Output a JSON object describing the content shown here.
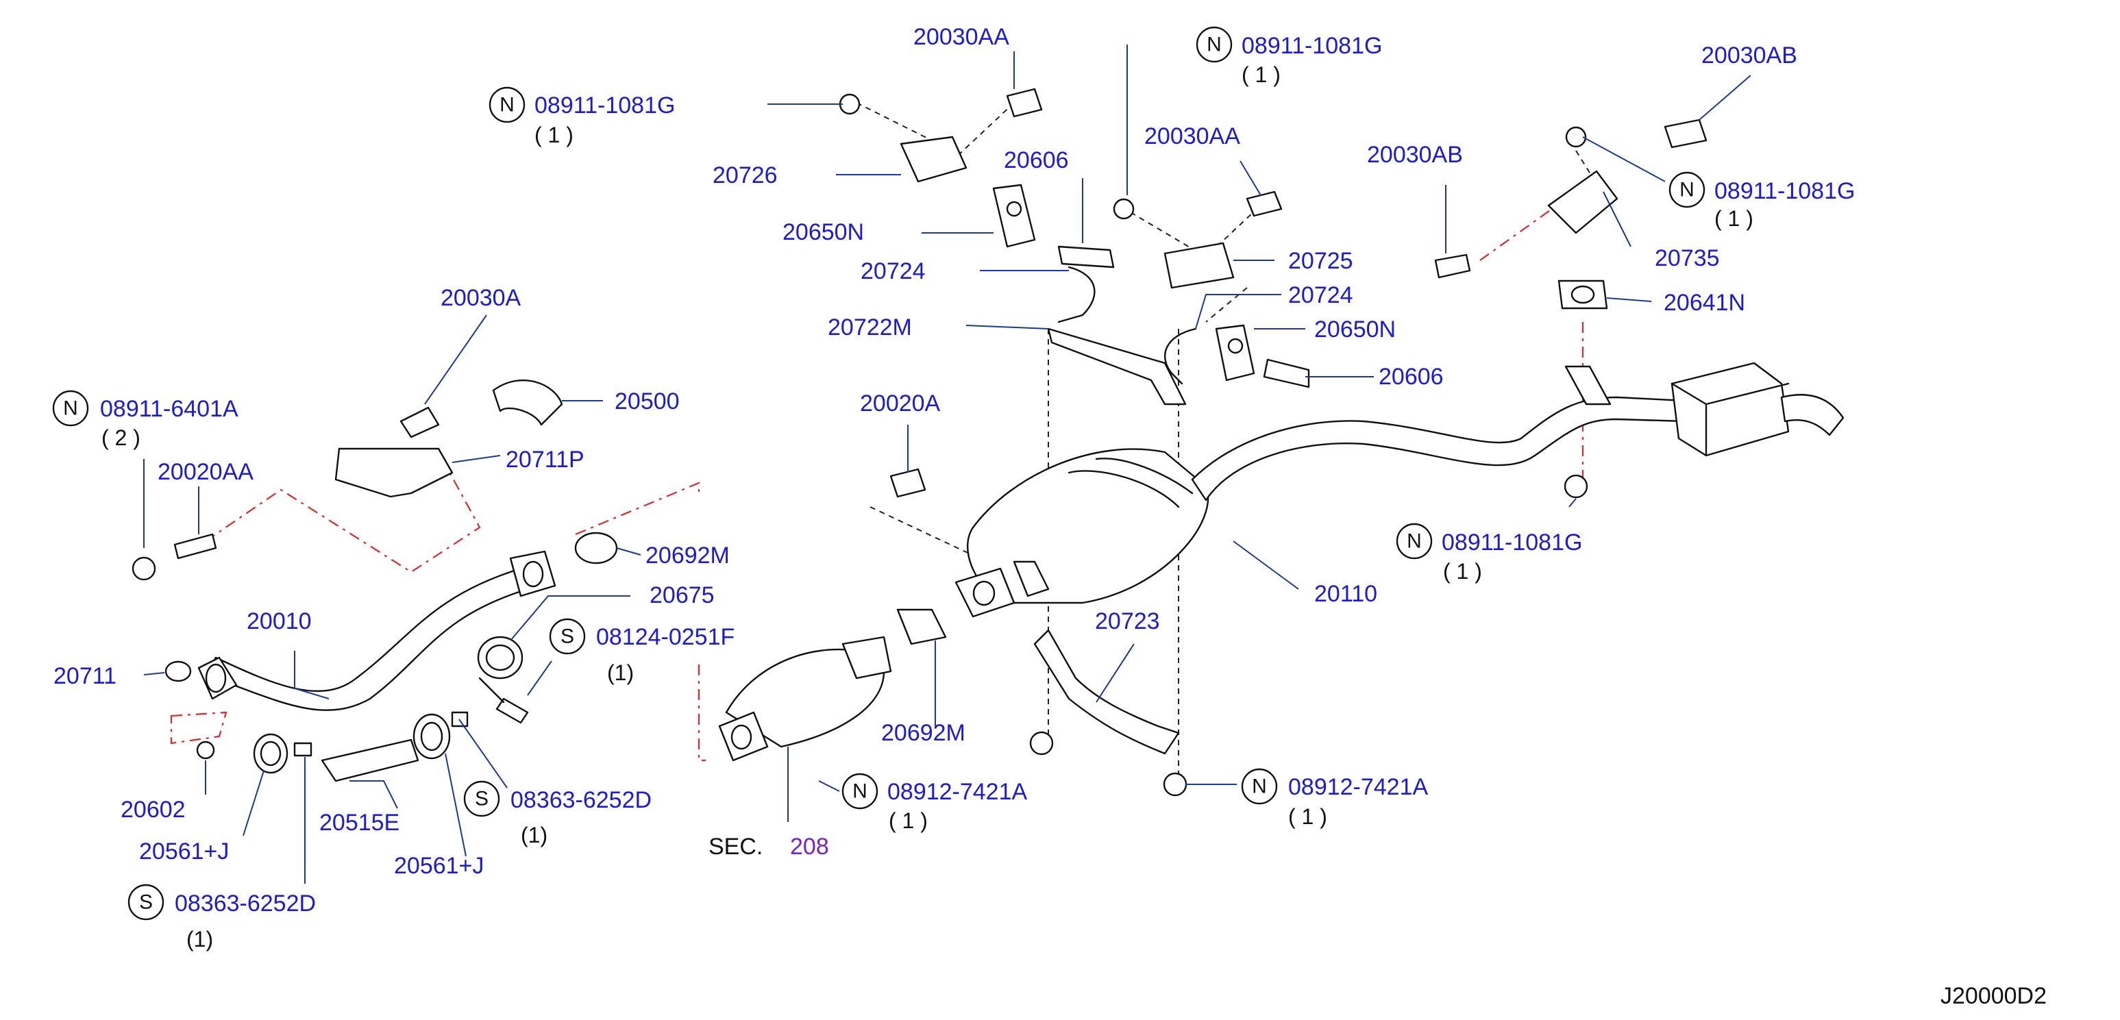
{
  "diagram_code": "J20000D2",
  "section_ref": {
    "prefix": "SEC.",
    "number": "208"
  },
  "colors": {
    "label": "#1a1adb",
    "section_number": "#7a22c8",
    "red_centerline": "#e0282a"
  },
  "labels": {
    "n_08911_1081G_left": {
      "prefix": "N",
      "code": "08911-1081G",
      "qty": "( 1 )"
    },
    "c20030AA_top": "20030AA",
    "n_08911_1081G_top": {
      "prefix": "N",
      "code": "08911-1081G",
      "qty": "( 1 )"
    },
    "c20030AB_top": "20030AB",
    "c20726": "20726",
    "c20606_top": "20606",
    "c20030AA_mid": "20030AA",
    "c20030AB_mid": "20030AB",
    "n_08911_1081G_right": {
      "prefix": "N",
      "code": "08911-1081G",
      "qty": "( 1 )"
    },
    "c20650N_left": "20650N",
    "c20725": "20725",
    "c20735": "20735",
    "c20724_left": "20724",
    "c20724_right": "20724",
    "c20641N": "20641N",
    "c20030A": "20030A",
    "c20722M": "20722M",
    "c20650N_right": "20650N",
    "c20606_right": "20606",
    "n_08911_6401A": {
      "prefix": "N",
      "code": "08911-6401A",
      "qty": "( 2 )"
    },
    "c20500": "20500",
    "c20020A": "20020A",
    "c20020AA": "20020AA",
    "c20711P": "20711P",
    "c20692M_upper": "20692M",
    "n_08911_1081G_partial": {
      "prefix": "N",
      "code": "08911-1081G",
      "qty": "( 1 )"
    },
    "c20675": "20675",
    "c20110": "20110",
    "c20010": "20010",
    "s_08124_0251F": {
      "prefix": "S",
      "code": "08124-0251F",
      "qty": "(1)"
    },
    "c20723": "20723",
    "c20711": "20711",
    "c20692M_lower": "20692M",
    "n_08912_7421A_left": {
      "prefix": "N",
      "code": "08912-7421A",
      "qty": "( 1 )"
    },
    "n_08912_7421A_right": {
      "prefix": "N",
      "code": "08912-7421A",
      "qty": "( 1 )"
    },
    "c20602": "20602",
    "s_08363_6252D_mid": {
      "prefix": "S",
      "code": "08363-6252D",
      "qty": "(1)"
    },
    "c20515E": "20515E",
    "c20561J_left": "20561+J",
    "c20561J_right": "20561+J",
    "s_08363_6252D_bottom": {
      "prefix": "S",
      "code": "08363-6252D",
      "qty": "(1)"
    }
  }
}
